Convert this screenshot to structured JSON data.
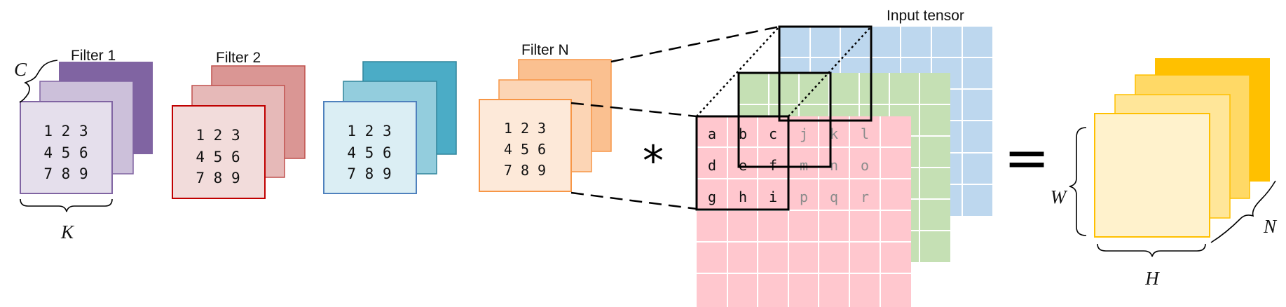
{
  "labels": {
    "filter1": "Filter 1",
    "filter2": "Filter 2",
    "filterN": "Filter N",
    "input_tensor": "Input tensor",
    "dim_c": "C",
    "dim_k": "K",
    "dim_w": "W",
    "dim_h": "H",
    "dim_n": "N",
    "convolve": "*",
    "equals": "="
  },
  "filter_rows": [
    "1 2 3",
    "4 5 6",
    "7 8 9"
  ],
  "input_letters": [
    "a",
    "b",
    "c",
    "j",
    "k",
    "l",
    "d",
    "e",
    "f",
    "m",
    "n",
    "o",
    "g",
    "h",
    "i",
    "p",
    "q",
    "r"
  ],
  "colors": {
    "filter1": [
      "#8064a2",
      "#ccc0da",
      "#e5dfec"
    ],
    "filter1_border": "#8064a2",
    "filter2": [
      "#da9694",
      "#e6b9b8",
      "#f2dcdb"
    ],
    "filter2_border": "#c0504d",
    "filter3": [
      "#4bacc6",
      "#93cddd",
      "#dbeef4"
    ],
    "filter3_border": "#4f81bd",
    "filterN": [
      "#fac090",
      "#fcd5b5",
      "#fde9d9"
    ],
    "filterN_border": "#f79646",
    "input_blue": "#bdd7ee",
    "input_green": "#c5e0b4",
    "input_red": "#ffc7ce",
    "output": [
      "#ffc000",
      "#ffd966",
      "#ffe699",
      "#fff2cc"
    ]
  }
}
